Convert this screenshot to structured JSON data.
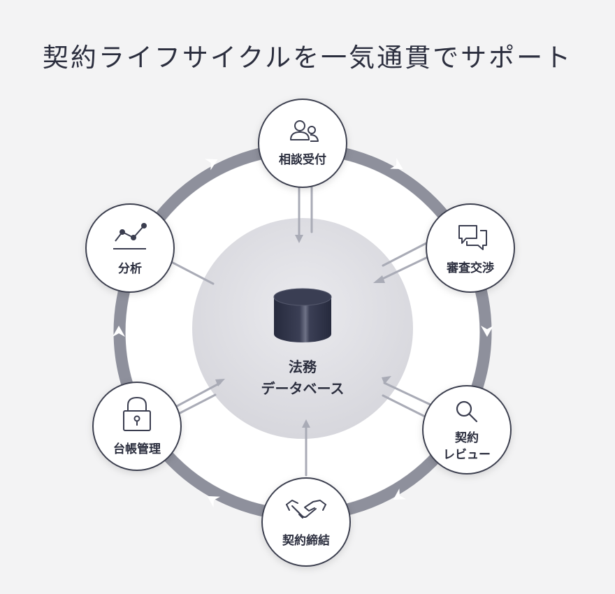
{
  "title": "契約ライフサイクルを一気通貫でサポート",
  "center": {
    "line1": "法務",
    "line2": "データベース",
    "icon": "database-icon"
  },
  "nodes": [
    {
      "id": "consultation",
      "label": "相談受付",
      "icon": "people-icon"
    },
    {
      "id": "negotiation",
      "label": "審査交渉",
      "icon": "chat-bubbles-icon"
    },
    {
      "id": "review",
      "line1": "契約",
      "line2": "レビュー",
      "icon": "magnifier-icon"
    },
    {
      "id": "signing",
      "label": "契約締結",
      "icon": "handshake-icon"
    },
    {
      "id": "ledger",
      "label": "台帳管理",
      "icon": "padlock-icon"
    },
    {
      "id": "analysis",
      "label": "分析",
      "icon": "line-chart-icon"
    }
  ],
  "colors": {
    "ring": "#8e909c",
    "text": "#2b2e3e",
    "icon": "#3a3d4f",
    "db": "#33374c",
    "center_fill": "#dcdce1"
  }
}
